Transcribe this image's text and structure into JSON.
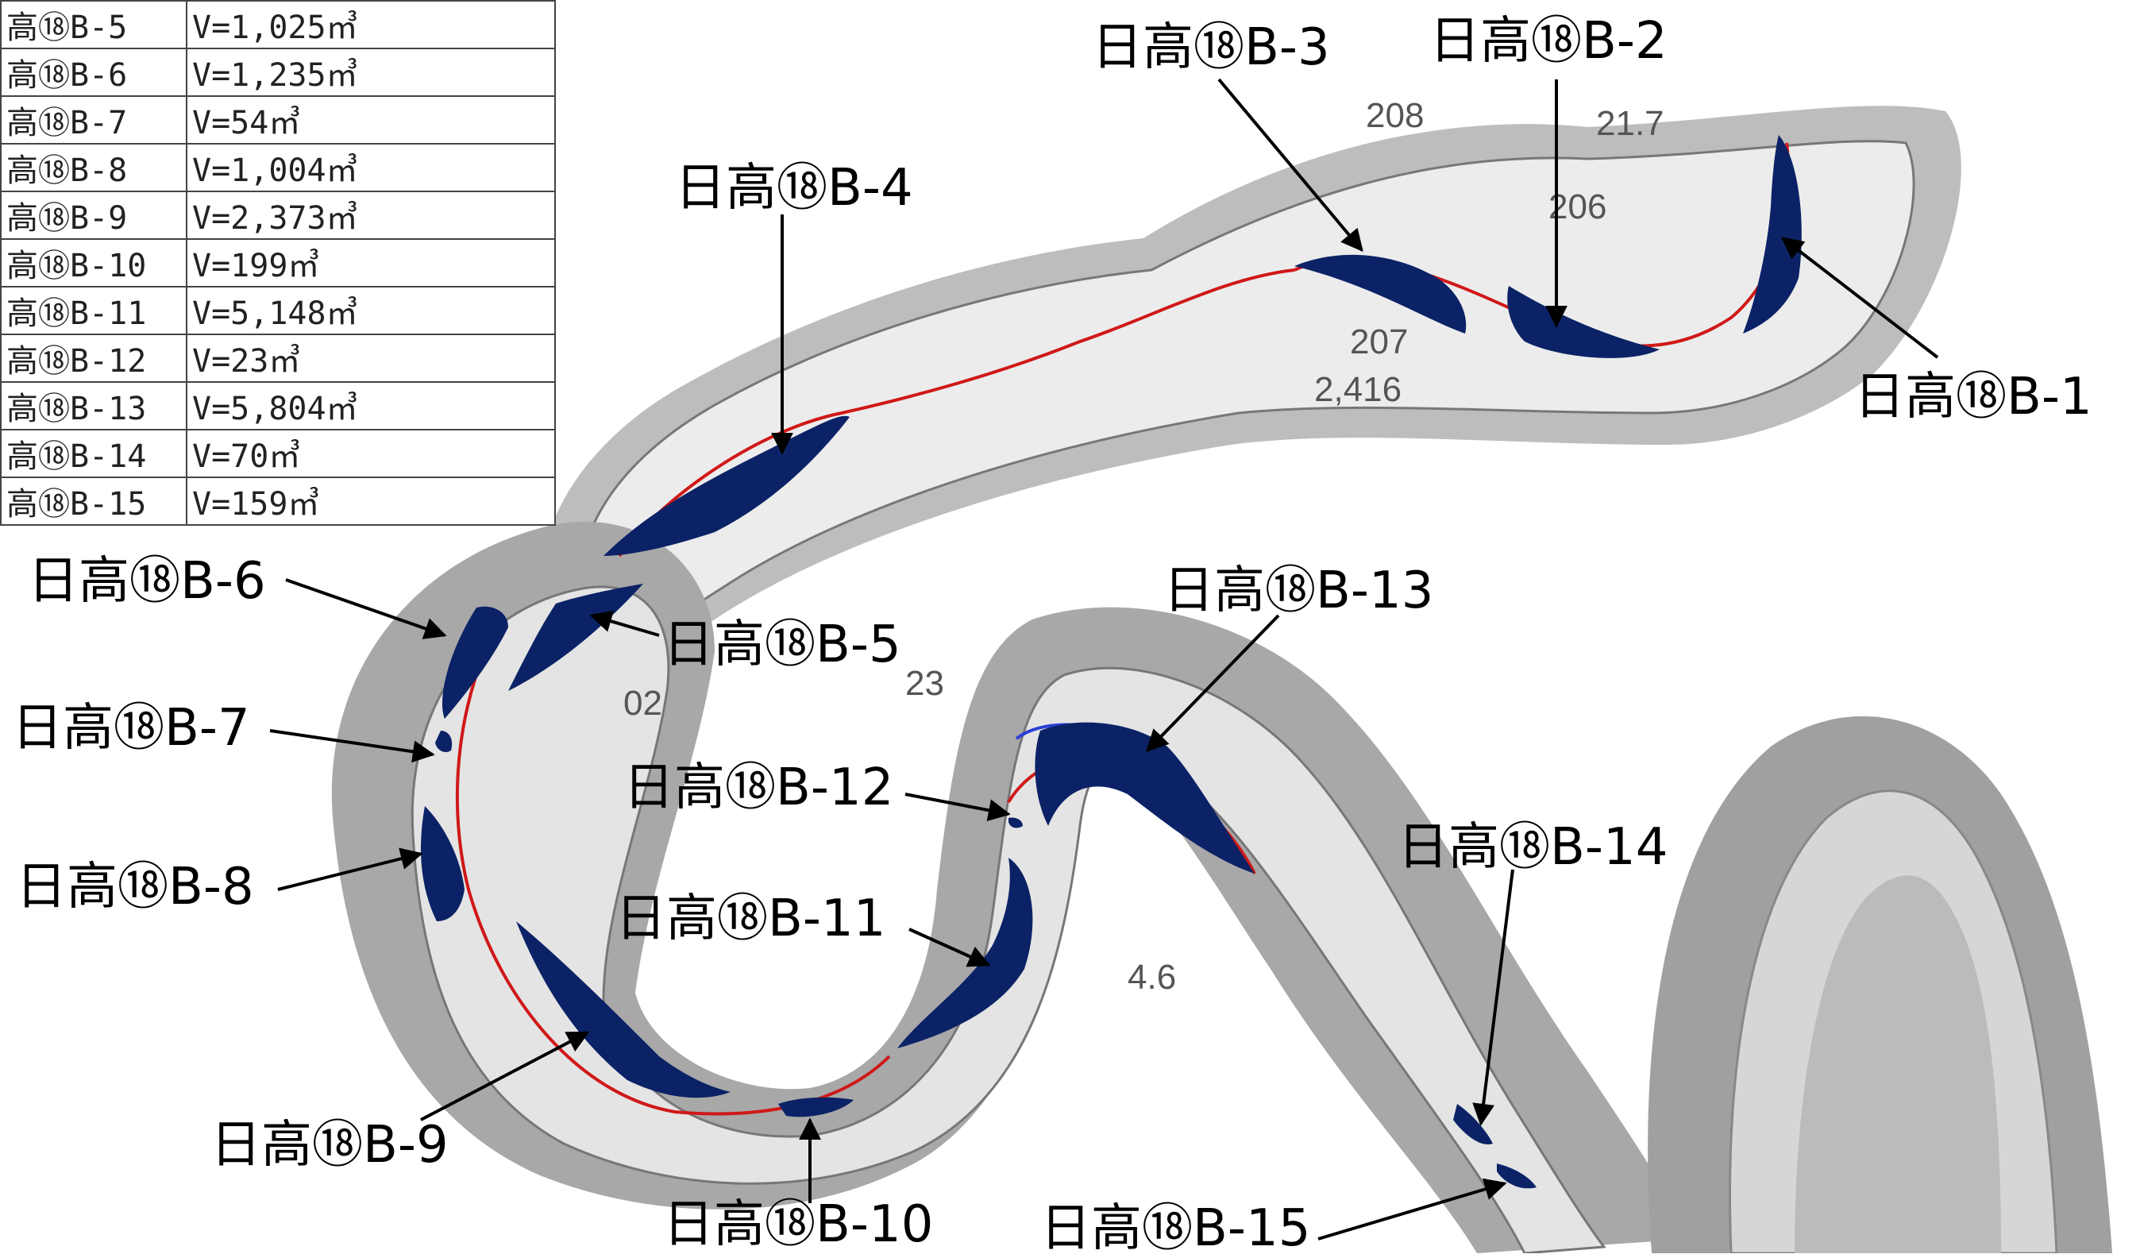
{
  "volume_table": [
    {
      "id": "高⑱B-5",
      "volume": "V=1,025㎥"
    },
    {
      "id": "高⑱B-6",
      "volume": "V=1,235㎥"
    },
    {
      "id": "高⑱B-7",
      "volume": "V=54㎥"
    },
    {
      "id": "高⑱B-8",
      "volume": "V=1,004㎥"
    },
    {
      "id": "高⑱B-9",
      "volume": "V=2,373㎥"
    },
    {
      "id": "高⑱B-10",
      "volume": "V=199㎥"
    },
    {
      "id": "高⑱B-11",
      "volume": "V=5,148㎥"
    },
    {
      "id": "高⑱B-12",
      "volume": "V=23㎥"
    },
    {
      "id": "高⑱B-13",
      "volume": "V=5,804㎥"
    },
    {
      "id": "高⑱B-14",
      "volume": "V=70㎥"
    },
    {
      "id": "高⑱B-15",
      "volume": "V=159㎥"
    }
  ],
  "callouts": [
    {
      "key": "b1",
      "label": "日高⑱B-1"
    },
    {
      "key": "b2",
      "label": "日高⑱B-2"
    },
    {
      "key": "b3",
      "label": "日高⑱B-3"
    },
    {
      "key": "b4",
      "label": "日高⑱B-4"
    },
    {
      "key": "b5",
      "label": "日高⑱B-5"
    },
    {
      "key": "b6",
      "label": "日高⑱B-6"
    },
    {
      "key": "b7",
      "label": "日高⑱B-7"
    },
    {
      "key": "b8",
      "label": "日高⑱B-8"
    },
    {
      "key": "b9",
      "label": "日高⑱B-9"
    },
    {
      "key": "b10",
      "label": "日高⑱B-10"
    },
    {
      "key": "b11",
      "label": "日高⑱B-11"
    },
    {
      "key": "b12",
      "label": "日高⑱B-12"
    },
    {
      "key": "b13",
      "label": "日高⑱B-13"
    },
    {
      "key": "b14",
      "label": "日高⑱B-14"
    },
    {
      "key": "b15",
      "label": "日高⑱B-15"
    }
  ],
  "map_labels": [
    "208",
    "21.7",
    "206",
    "207",
    "2,416",
    "02",
    "23",
    "4.6"
  ],
  "colors": {
    "deposit_fill": "#0b2266",
    "contour": "#6a6a6a",
    "river_edge": "#d01818",
    "water_edge": "#2a3fd6",
    "arrow": "#000000"
  }
}
